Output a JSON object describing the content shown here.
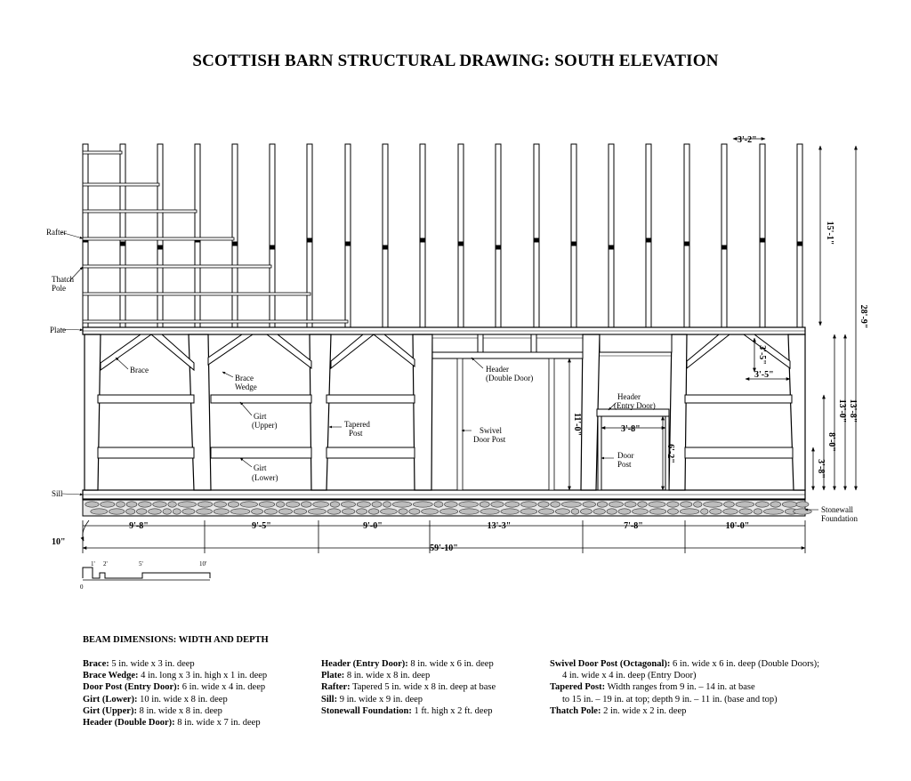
{
  "title": "SCOTTISH BARN STRUCTURAL DRAWING: SOUTH ELEVATION",
  "labels": {
    "rafter": "Rafter",
    "thatch_1": "Thatch",
    "thatch_2": "Pole",
    "plate": "Plate",
    "sill": "Sill",
    "brace": "Brace",
    "brace_wedge_1": "Brace",
    "brace_wedge_2": "Wedge",
    "girt_upper_1": "Girt",
    "girt_upper_2": "(Upper)",
    "girt_lower_1": "Girt",
    "girt_lower_2": "(Lower)",
    "tapered_1": "Tapered",
    "tapered_2": "Post",
    "header_dd_1": "Header",
    "header_dd_2": "(Double Door)",
    "swivel_1": "Swivel",
    "swivel_2": "Door Post",
    "header_ed_1": "Header",
    "header_ed_2": "(Entry Door)",
    "door_post_1": "Door",
    "door_post_2": "Post",
    "foundation_1": "Stonewall",
    "foundation_2": "Foundation"
  },
  "dimensions": {
    "rafter_spacing": "3'-2\"",
    "roof_height": "15'-1\"",
    "total_height": "28'-9\"",
    "wall_height": "13'-8\"",
    "post_height": "13'-0\"",
    "upper_girt": "8'-0\"",
    "lower_girt": "3'-8\"",
    "brace_v": "3'-5\"",
    "brace_h": "3'-5\"",
    "double_door_h": "11'-0\"",
    "entry_door_w": "3'-8\"",
    "entry_door_h": "6'-2\"",
    "overhang": "10\"",
    "bays": [
      "9'-8\"",
      "9'-5\"",
      "9'-0\"",
      "13'-3\"",
      "7'-8\"",
      "10'-0\""
    ],
    "overall": "59'-10\""
  },
  "scale": {
    "labels": [
      "1'",
      "2'",
      "5'",
      "10'"
    ],
    "zero": "0"
  },
  "beam_dims": {
    "heading": "BEAM DIMENSIONS: WIDTH AND DEPTH",
    "col1": [
      {
        "name": "Brace:",
        "desc": " 5 in. wide x 3 in. deep"
      },
      {
        "name": "Brace Wedge:",
        "desc": " 4 in. long x 3 in. high x 1 in. deep"
      },
      {
        "name": "Door Post (Entry Door):",
        "desc": " 6 in. wide x 4 in. deep"
      },
      {
        "name": "Girt (Lower):",
        "desc": " 10 in. wide x 8 in. deep"
      },
      {
        "name": "Girt (Upper):",
        "desc": "  8 in. wide x 8 in. deep"
      },
      {
        "name": "Header (Double Door):",
        "desc": " 8 in. wide x 7 in. deep"
      }
    ],
    "col2": [
      {
        "name": "Header (Entry Door):",
        "desc": " 8 in. wide x 6 in. deep"
      },
      {
        "name": "Plate:",
        "desc": " 8 in. wide x 8 in. deep"
      },
      {
        "name": "Rafter:",
        "desc": " Tapered 5 in. wide x 8 in. deep at base"
      },
      {
        "name": "Sill:",
        "desc": " 9 in. wide x 9 in. deep"
      },
      {
        "name": "Stonewall Foundation:",
        "desc": " 1 ft. high x 2 ft. deep"
      }
    ],
    "col3": {
      "swivel_name": "Swivel Door Post (Octagonal):",
      "swivel_desc": " 6 in. wide x 6 in. deep (Double Doors);",
      "swivel_cont": "4 in. wide x 4 in. deep (Entry Door)",
      "tapered_name": "Tapered Post:",
      "tapered_desc": " Width ranges from 9 in. – 14 in. at base",
      "tapered_cont": "to 15 in. – 19 in. at top; depth 9 in. – 11 in. (base and top)",
      "thatch_name": "Thatch Pole:",
      "thatch_desc": " 2 in. wide x 2 in. deep"
    }
  }
}
